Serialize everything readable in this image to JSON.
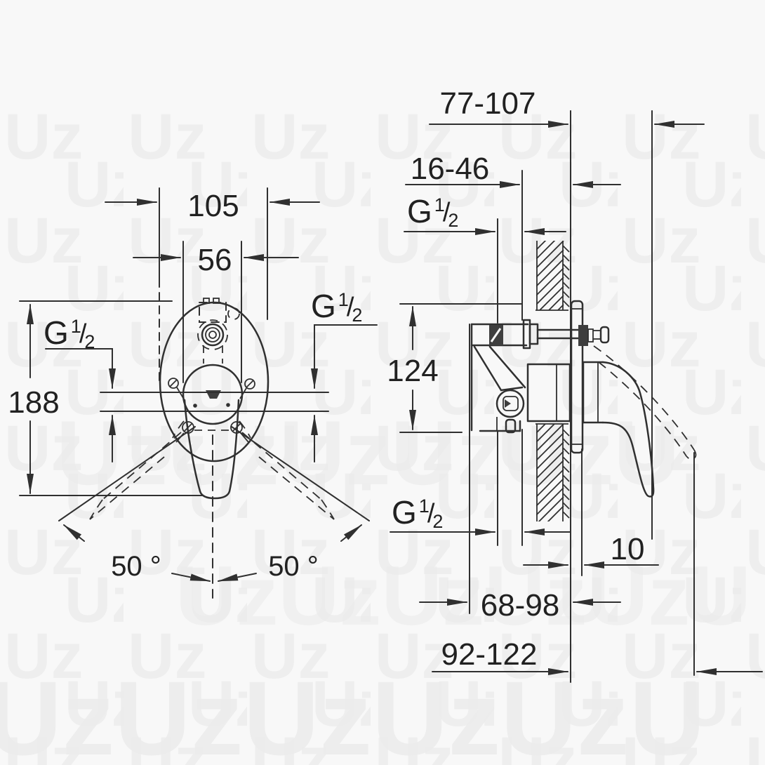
{
  "page": {
    "background": "#f8f8f8"
  },
  "colors": {
    "line": "#303030",
    "text": "#212121",
    "watermark": "#ececec"
  },
  "watermark": {
    "text": "Uz",
    "row": "UzUzUzUzUzU"
  },
  "front_view": {
    "dim_width_escutcheon": "105",
    "dim_width_inner": "56",
    "dim_height": "188",
    "angle_left": "50 °",
    "angle_right": "50 °"
  },
  "side_view": {
    "dim_wall_to_handle": "77-107",
    "dim_rough_in_depth": "16-46",
    "dim_port_spacing": "124",
    "dim_escutcheon_offset": "10",
    "dim_body_to_wall": "68-98",
    "dim_total_depth": "92-122"
  },
  "thread": {
    "g": "G",
    "sup": "1",
    "slash": "/",
    "sub": "2"
  }
}
